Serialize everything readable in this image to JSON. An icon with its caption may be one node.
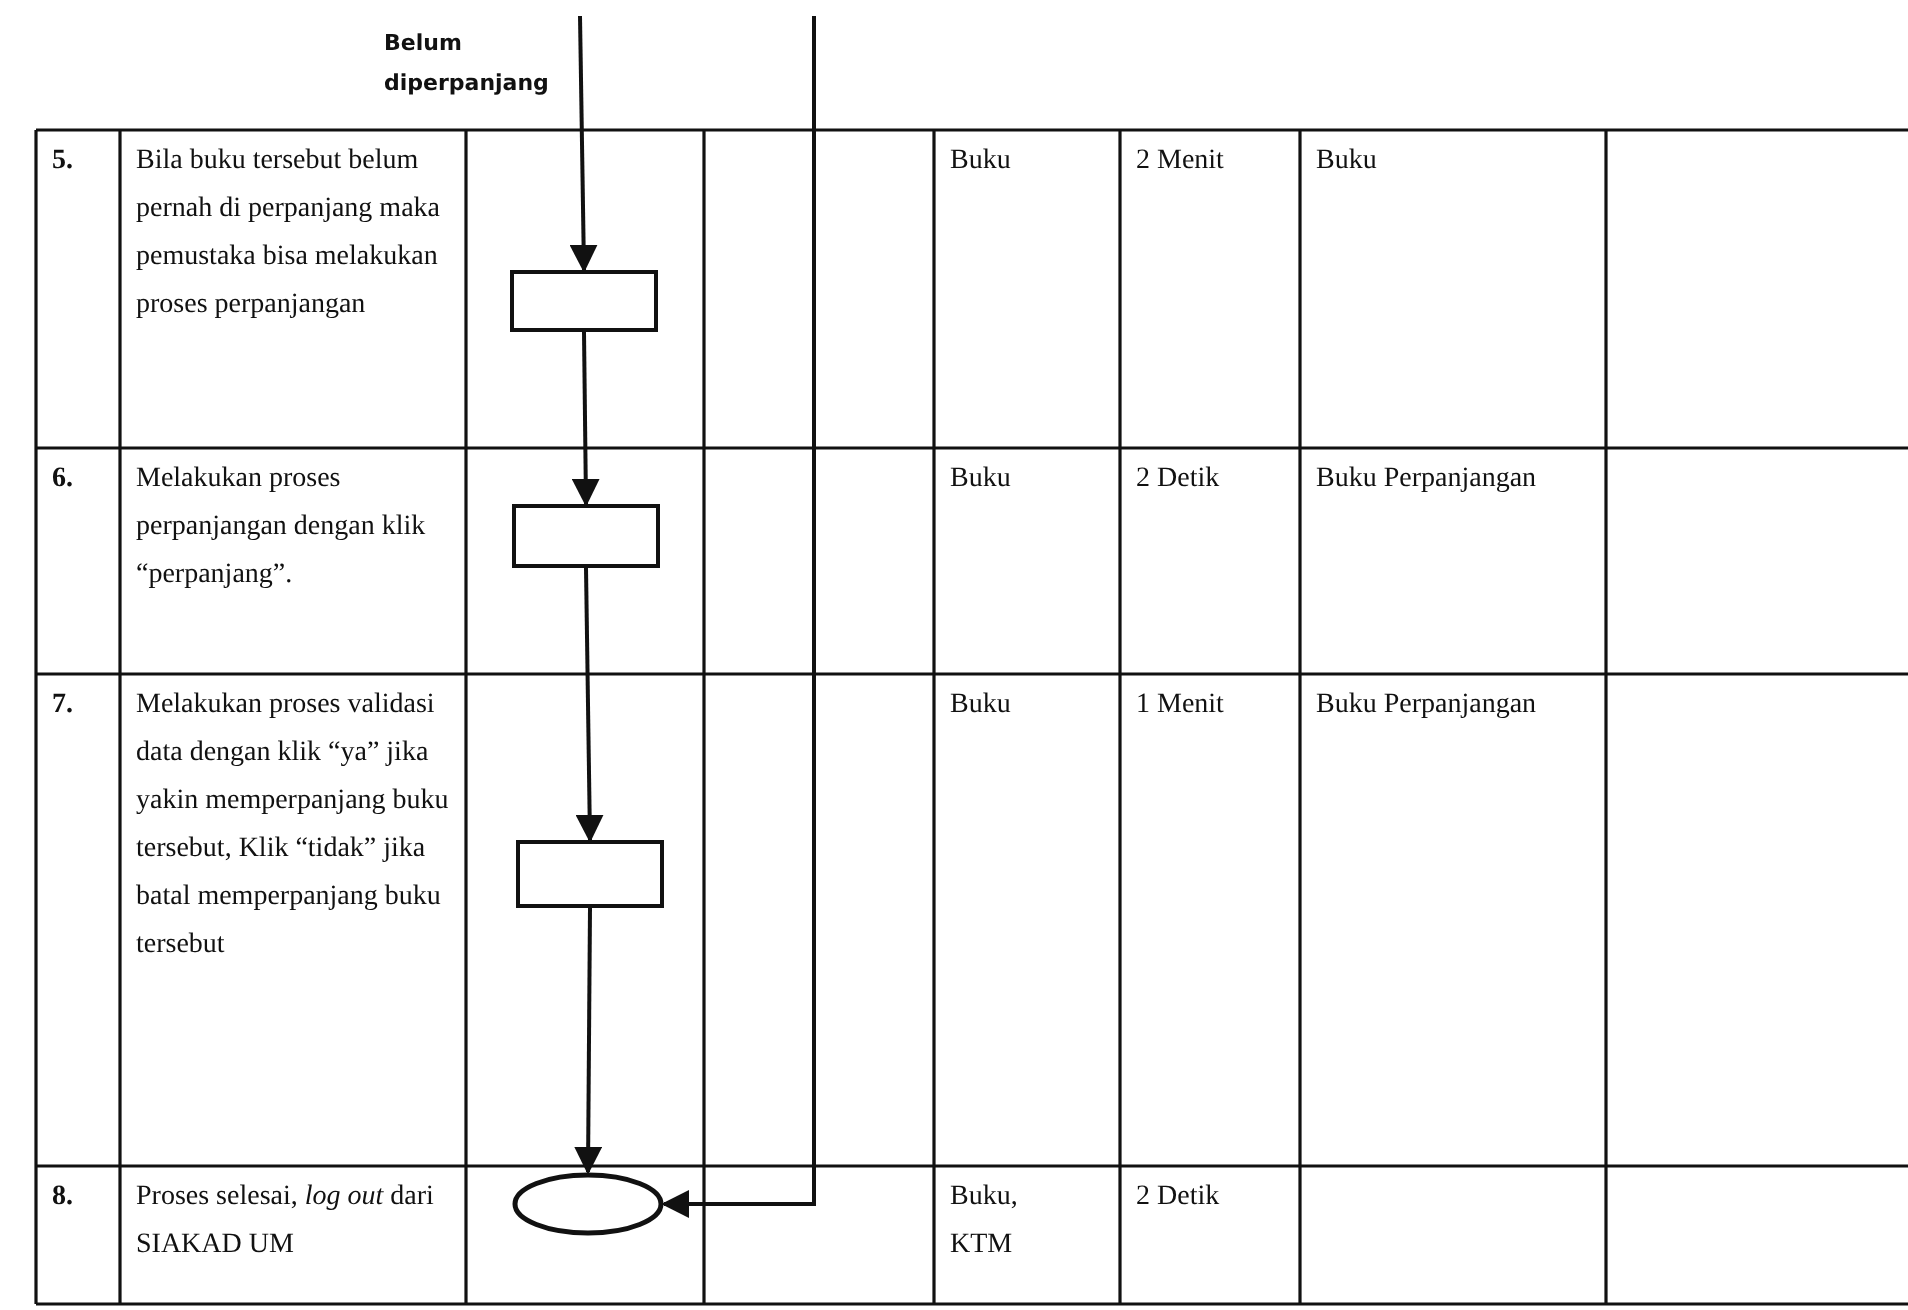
{
  "diagram": {
    "nodes": [
      {
        "text": [],
        "shape": "box"
      },
      {
        "text": [],
        "shape": "box"
      },
      {
        "text": [],
        "shape": "box"
      },
      {
        "text": [],
        "shape": "ellipse"
      }
    ],
    "edges": [
      {
        "from": null,
        "to": 0,
        "arrow": "to",
        "label": "Belum diperpanjang"
      },
      {
        "from": 0,
        "to": 1,
        "arrow": "to"
      },
      {
        "from": 1,
        "to": 2,
        "arrow": "to"
      },
      {
        "from": 2,
        "to": 3,
        "arrow": "to"
      },
      {
        "from": null,
        "to": 3,
        "arrow": "to"
      }
    ],
    "labels": [
      "5.",
      "Bila buku tersebut belum pernah di perpanjang maka pemustaka bisa melakukan proses perpanjangan",
      "Buku",
      "2 Menit",
      "Buku",
      "6.",
      "Melakukan proses perpanjangan dengan klik “perpanjang”.",
      "Buku",
      "2 Detik",
      "Buku Perpanjangan",
      "7.",
      "Melakukan proses validasi data dengan klik “ya” jika yakin memperpanjang buku tersebut, Klik “tidak” jika batal memperpanjang buku tersebut",
      "Buku",
      "1 Menit",
      "Buku Perpanjangan",
      "8.",
      "Proses selesai, *log out* dari SIAKAD UM",
      "Buku, KTM",
      "2 Detik"
    ]
  }
}
